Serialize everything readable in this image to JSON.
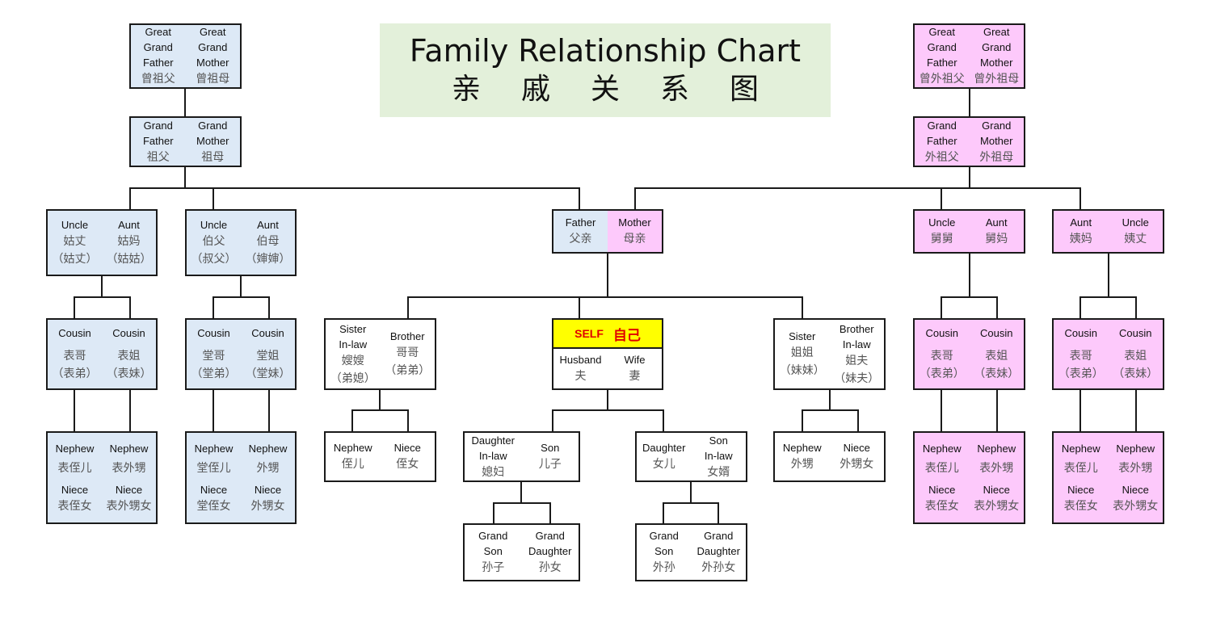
{
  "title": {
    "en": "Family Relationship Chart",
    "zh": "亲戚关系图"
  },
  "colors": {
    "paternal": "#dde9f6",
    "maternal": "#fdc9fb",
    "self_header": "#ffff00",
    "self_text": "#e00000",
    "title_bg": "#e3f0da",
    "line": "#1a1a1a"
  },
  "paternal": {
    "great_grandparents": {
      "left": {
        "en": [
          "Great",
          "Grand",
          "Father"
        ],
        "zh": [
          "曾祖父"
        ]
      },
      "right": {
        "en": [
          "Great",
          "Grand",
          "Mother"
        ],
        "zh": [
          "曾祖母"
        ]
      }
    },
    "grandparents": {
      "left": {
        "en": [
          "Grand",
          "Father"
        ],
        "zh": [
          "祖父"
        ]
      },
      "right": {
        "en": [
          "Grand",
          "Mother"
        ],
        "zh": [
          "祖母"
        ]
      }
    },
    "aunt_family": {
      "parents": {
        "left": {
          "en": [
            "Uncle"
          ],
          "zh": [
            "姑丈",
            "（姑丈）"
          ]
        },
        "right": {
          "en": [
            "Aunt"
          ],
          "zh": [
            "姑妈",
            "（姑姑）"
          ]
        }
      },
      "cousins": {
        "left": {
          "en": [
            "Cousin"
          ],
          "zh": [
            "表哥",
            "（表弟）"
          ]
        },
        "right": {
          "en": [
            "Cousin"
          ],
          "zh": [
            "表姐",
            "（表妹）"
          ]
        }
      },
      "children": {
        "left": {
          "en1": "Nephew",
          "zh1": "表侄儿",
          "en2": "Niece",
          "zh2": "表侄女"
        },
        "right": {
          "en1": "Nephew",
          "zh1": "表外甥",
          "en2": "Niece",
          "zh2": "表外甥女"
        }
      }
    },
    "uncle_family": {
      "parents": {
        "left": {
          "en": [
            "Uncle"
          ],
          "zh": [
            "伯父",
            "（叔父）"
          ]
        },
        "right": {
          "en": [
            "Aunt"
          ],
          "zh": [
            "伯母",
            "（婶婶）"
          ]
        }
      },
      "cousins": {
        "left": {
          "en": [
            "Cousin"
          ],
          "zh": [
            "堂哥",
            "（堂弟）"
          ]
        },
        "right": {
          "en": [
            "Cousin"
          ],
          "zh": [
            "堂姐",
            "（堂妹）"
          ]
        }
      },
      "children": {
        "left": {
          "en1": "Nephew",
          "zh1": "堂侄儿",
          "en2": "Niece",
          "zh2": "堂侄女"
        },
        "right": {
          "en1": "Nephew",
          "zh1": "外甥",
          "en2": "Niece",
          "zh2": "外甥女"
        }
      }
    }
  },
  "maternal": {
    "great_grandparents": {
      "left": {
        "en": [
          "Great",
          "Grand",
          "Father"
        ],
        "zh": [
          "曾外祖父"
        ]
      },
      "right": {
        "en": [
          "Great",
          "Grand",
          "Mother"
        ],
        "zh": [
          "曾外祖母"
        ]
      }
    },
    "grandparents": {
      "left": {
        "en": [
          "Grand",
          "Father"
        ],
        "zh": [
          "外祖父"
        ]
      },
      "right": {
        "en": [
          "Grand",
          "Mother"
        ],
        "zh": [
          "外祖母"
        ]
      }
    },
    "uncle_family": {
      "parents": {
        "left": {
          "en": [
            "Uncle"
          ],
          "zh": [
            "舅舅"
          ]
        },
        "right": {
          "en": [
            "Aunt"
          ],
          "zh": [
            "舅妈"
          ]
        }
      },
      "cousins": {
        "left": {
          "en": [
            "Cousin"
          ],
          "zh": [
            "表哥",
            "（表弟）"
          ]
        },
        "right": {
          "en": [
            "Cousin"
          ],
          "zh": [
            "表姐",
            "（表妹）"
          ]
        }
      },
      "children": {
        "left": {
          "en1": "Nephew",
          "zh1": "表侄儿",
          "en2": "Niece",
          "zh2": "表侄女"
        },
        "right": {
          "en1": "Nephew",
          "zh1": "表外甥",
          "en2": "Niece",
          "zh2": "表外甥女"
        }
      }
    },
    "aunt_family": {
      "parents": {
        "left": {
          "en": [
            "Aunt"
          ],
          "zh": [
            "姨妈"
          ]
        },
        "right": {
          "en": [
            "Uncle"
          ],
          "zh": [
            "姨丈"
          ]
        }
      },
      "cousins": {
        "left": {
          "en": [
            "Cousin"
          ],
          "zh": [
            "表哥",
            "（表弟）"
          ]
        },
        "right": {
          "en": [
            "Cousin"
          ],
          "zh": [
            "表姐",
            "（表妹）"
          ]
        }
      },
      "children": {
        "left": {
          "en1": "Nephew",
          "zh1": "表侄儿",
          "en2": "Niece",
          "zh2": "表侄女"
        },
        "right": {
          "en1": "Nephew",
          "zh1": "表外甥",
          "en2": "Niece",
          "zh2": "表外甥女"
        }
      }
    }
  },
  "parents": {
    "left": {
      "en": [
        "Father"
      ],
      "zh": [
        "父亲"
      ]
    },
    "right": {
      "en": [
        "Mother"
      ],
      "zh": [
        "母亲"
      ]
    }
  },
  "self": {
    "label_en": "SELF",
    "label_zh": "自己",
    "left": {
      "en": [
        "Husband"
      ],
      "zh": [
        "夫"
      ]
    },
    "right": {
      "en": [
        "Wife"
      ],
      "zh": [
        "妻"
      ]
    }
  },
  "brother_family": {
    "couple": {
      "left": {
        "en": [
          "Sister",
          "In-law"
        ],
        "zh": [
          "嫂嫂",
          "（弟媳）"
        ]
      },
      "right": {
        "en": [
          "Brother"
        ],
        "zh": [
          "哥哥",
          "（弟弟）"
        ]
      }
    },
    "children": {
      "left": {
        "en": [
          "Nephew"
        ],
        "zh": [
          "侄儿"
        ]
      },
      "right": {
        "en": [
          "Niece"
        ],
        "zh": [
          "侄女"
        ]
      }
    }
  },
  "sister_family": {
    "couple": {
      "left": {
        "en": [
          "Sister"
        ],
        "zh": [
          "姐姐",
          "（妹妹）"
        ]
      },
      "right": {
        "en": [
          "Brother",
          "In-law"
        ],
        "zh": [
          "姐夫",
          "（妹夫）"
        ]
      }
    },
    "children": {
      "left": {
        "en": [
          "Nephew"
        ],
        "zh": [
          "外甥"
        ]
      },
      "right": {
        "en": [
          "Niece"
        ],
        "zh": [
          "外甥女"
        ]
      }
    }
  },
  "son_family": {
    "couple": {
      "left": {
        "en": [
          "Daughter",
          "In-law"
        ],
        "zh": [
          "媳妇"
        ]
      },
      "right": {
        "en": [
          "Son"
        ],
        "zh": [
          "儿子"
        ]
      }
    },
    "children": {
      "left": {
        "en": [
          "Grand",
          "Son"
        ],
        "zh": [
          "孙子"
        ]
      },
      "right": {
        "en": [
          "Grand",
          "Daughter"
        ],
        "zh": [
          "孙女"
        ]
      }
    }
  },
  "daughter_family": {
    "couple": {
      "left": {
        "en": [
          "Daughter"
        ],
        "zh": [
          "女儿"
        ]
      },
      "right": {
        "en": [
          "Son",
          "In-law"
        ],
        "zh": [
          "女婿"
        ]
      }
    },
    "children": {
      "left": {
        "en": [
          "Grand",
          "Son"
        ],
        "zh": [
          "外孙"
        ]
      },
      "right": {
        "en": [
          "Grand",
          "Daughter"
        ],
        "zh": [
          "外孙女"
        ]
      }
    }
  }
}
